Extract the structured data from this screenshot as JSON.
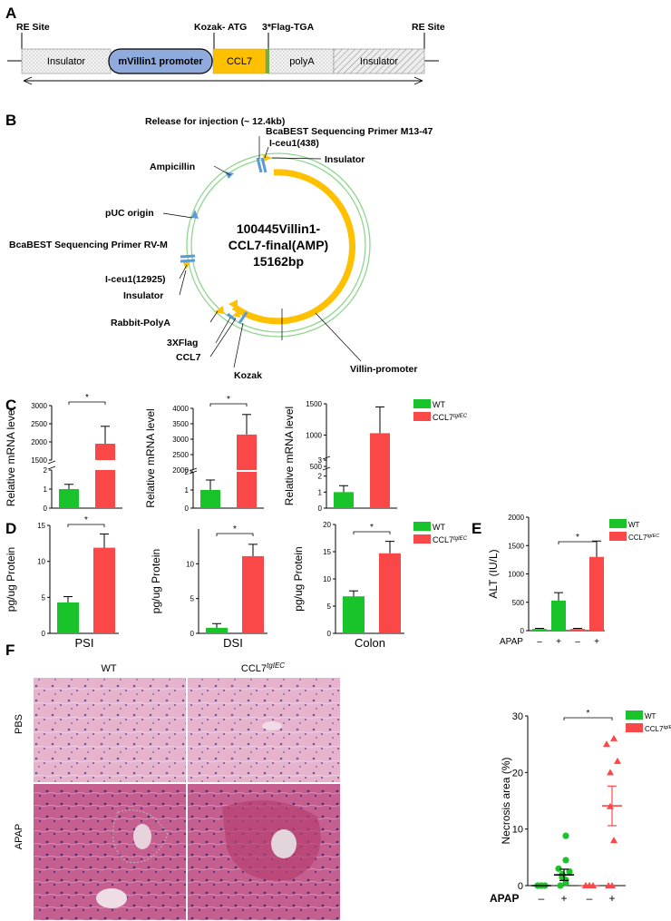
{
  "panel_labels": {
    "a": "A",
    "b": "B",
    "c": "C",
    "d": "D",
    "e": "E",
    "f": "F"
  },
  "construct": {
    "re_left": "RE Site",
    "re_right": "RE Site",
    "kozak": "Kozak- ATG",
    "flag": "3*Flag-TGA",
    "insulator_left": "Insulator",
    "promoter": "mVillin1 promoter",
    "ccl7": "CCL7",
    "polya": "polyA",
    "insulator_right": "Insulator",
    "colors": {
      "promoter": "#8faadc",
      "ccl7": "#ffc000",
      "flag": "#70ad47"
    }
  },
  "plasmid": {
    "release": "Release for injection (~ 12.4kb)",
    "center_line1": "100445Villin1-",
    "center_line2": "CCL7-final(AMP)",
    "center_line3": "15162bp",
    "features": [
      "BcaBEST Sequencing Primer M13-47",
      "I-ceu1(438)",
      "Insulator",
      "Ampicillin",
      "pUC origin",
      "BcaBEST Sequencing Primer RV-M",
      "I-ceu1(12925)",
      "Insulator",
      "Rabbit-PolyA",
      "3XFlag",
      "CCL7",
      "Kozak",
      "Villin-promoter"
    ],
    "colors": {
      "backbone": "#8fd68f",
      "feature": "#ffc000",
      "marker": "#5b9bd5"
    }
  },
  "legend": {
    "wt": "WT",
    "tg_base": "CCL7",
    "tg_sup": "tgIEC"
  },
  "apap": {
    "label": "APAP",
    "minus": "–",
    "plus": "+"
  },
  "sig": "*",
  "colors": {
    "wt": "#19c42b",
    "tg": "#fa4848"
  },
  "chart_data": [
    {
      "id": "C1",
      "type": "bar",
      "categories": [
        "WT",
        "CCL7tgIEC"
      ],
      "values": [
        1.0,
        1950
      ],
      "errors": [
        0.25,
        480
      ],
      "ylabel": "Relative mRNA level",
      "yticks_lower": [
        0,
        1,
        2
      ],
      "yticks_upper": [
        1500,
        2000,
        2500,
        3000
      ],
      "significance": "*"
    },
    {
      "id": "C2",
      "type": "bar",
      "categories": [
        "WT",
        "CCL7tgIEC"
      ],
      "values": [
        1.0,
        3150
      ],
      "errors": [
        0.55,
        650
      ],
      "ylabel": "Relative mRNA level",
      "yticks_lower": [
        0,
        1,
        2
      ],
      "yticks_upper": [
        2000,
        2500,
        3000,
        3500,
        4000
      ],
      "significance": "*"
    },
    {
      "id": "C3",
      "type": "bar",
      "categories": [
        "WT",
        "CCL7tgIEC"
      ],
      "values": [
        1.0,
        1030
      ],
      "errors": [
        0.4,
        420
      ],
      "ylabel": "Relative mRNA level",
      "yticks_lower": [
        0,
        1,
        2,
        3
      ],
      "yticks_upper": [
        500,
        1000,
        1500
      ],
      "significance": ""
    },
    {
      "id": "D1",
      "type": "bar",
      "categories": [
        "WT",
        "CCL7tgIEC"
      ],
      "values": [
        4.3,
        11.9
      ],
      "errors": [
        0.8,
        1.9
      ],
      "ylabel": "pg/ug Protein",
      "xlabel": "PSI",
      "ylim": [
        0,
        15
      ],
      "yticks": [
        0,
        5,
        10,
        15
      ],
      "significance": "*"
    },
    {
      "id": "D2",
      "type": "bar",
      "categories": [
        "WT",
        "CCL7tgIEC"
      ],
      "values": [
        0.8,
        11.1
      ],
      "errors": [
        0.6,
        1.7
      ],
      "ylabel": "pg/ug Protein",
      "xlabel": "DSI",
      "ylim": [
        0,
        15
      ],
      "yticks": [
        0,
        5,
        10
      ],
      "significance": "*"
    },
    {
      "id": "D3",
      "type": "bar",
      "categories": [
        "WT",
        "CCL7tgIEC"
      ],
      "values": [
        6.8,
        14.7
      ],
      "errors": [
        1.0,
        2.2
      ],
      "ylabel": "pg/ug Protein",
      "xlabel": "Colon",
      "ylim": [
        0,
        20
      ],
      "yticks": [
        0,
        5,
        10,
        15,
        20
      ],
      "significance": "*"
    },
    {
      "id": "E",
      "type": "bar",
      "categories": [
        "WT –",
        "WT +",
        "CCL7tgIEC –",
        "CCL7tgIEC +"
      ],
      "values": [
        30,
        530,
        30,
        1300
      ],
      "errors": [
        10,
        140,
        10,
        280
      ],
      "ylabel": "ALT (IU/L)",
      "ylim": [
        0,
        2000
      ],
      "yticks": [
        0,
        500,
        1000,
        1500,
        2000
      ],
      "significance": "*"
    },
    {
      "id": "F",
      "type": "scatter",
      "groups": [
        "WT –",
        "WT +",
        "CCL7tgIEC –",
        "CCL7tgIEC +"
      ],
      "points": [
        [
          0,
          0,
          0,
          0,
          0
        ],
        [
          0,
          0.5,
          1,
          1.5,
          2,
          2.5,
          3,
          4.5,
          8.8
        ],
        [
          0,
          0,
          0,
          0,
          0
        ],
        [
          0,
          0,
          8,
          14,
          20,
          22,
          25,
          26
        ]
      ],
      "mean": [
        0,
        1.9,
        0,
        14.1
      ],
      "sem": [
        0,
        1.0,
        0,
        3.5
      ],
      "ylabel": "Necrosis area (%)",
      "ylim": [
        0,
        30
      ],
      "yticks": [
        0,
        10,
        20,
        30
      ],
      "significance": "*"
    }
  ],
  "histology": {
    "col_wt": "WT",
    "col_tg_base": "CCL7",
    "col_tg_sup": "tgIEC",
    "row_pbs": "PBS",
    "row_apap": "APAP"
  }
}
